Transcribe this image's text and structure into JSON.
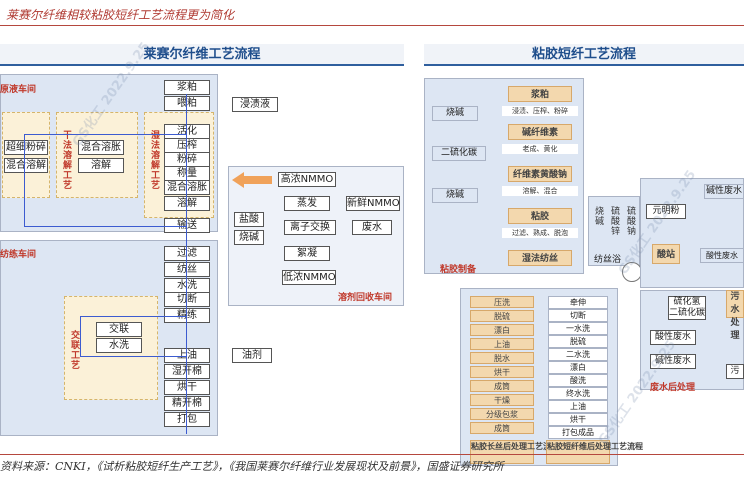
{
  "page_title": "莱赛尔纤维相较粘胶短纤工艺流程更为简化",
  "source": "资料来源：CNKI，《试析粘胶短纤生产工艺》，《我国莱赛尔纤维行业发展现状及前景》，国盛证券研究所",
  "watermark": "GS化工 2022.9.25",
  "lyocell": {
    "title": "莱赛尔纤维工艺流程",
    "dissolve_zone": "原液车间",
    "dry_label": "干法溶解工艺",
    "wet_label": "湿法溶解工艺",
    "spin_zone": "纺练车间",
    "crosslink_label": "交联工艺",
    "recovery_zone": "溶剂回收车间",
    "main_chain": [
      "浆粕",
      "喂粕",
      "活化",
      "压榨",
      "粉碎",
      "称量",
      "混合溶胀",
      "溶解",
      "输送",
      "过滤",
      "纺丝",
      "水洗",
      "切断",
      "精练",
      "上油",
      "湿开棉",
      "烘干",
      "精开棉",
      "打包"
    ],
    "dry_steps": [
      "超细粉碎",
      "混合溶解"
    ],
    "mid_steps": [
      "混合溶胀",
      "溶解"
    ],
    "crosslink_steps": [
      "交联",
      "水洗"
    ],
    "side_inputs": {
      "soak": "浸渍液",
      "oil": "油剂"
    },
    "recovery": {
      "high": "高浓NMMO",
      "evap": "蒸发",
      "new": "新鲜NMMO",
      "ion": "离子交换",
      "waste": "废水",
      "acid": "盐酸",
      "alkali": "烧碱",
      "floc": "絮凝",
      "low": "低浓NMMO"
    }
  },
  "viscose": {
    "title": "粘胶短纤工艺流程",
    "prep_zone": "粘胶制备",
    "chain": [
      {
        "name": "浆粕",
        "sub": "浸渍、压榨、粉碎"
      },
      {
        "name": "碱纤维素",
        "sub": "老成、黄化"
      },
      {
        "name": "纤维素黄酸钠",
        "sub": "溶解、混合"
      },
      {
        "name": "粘胶",
        "sub": "过滤、熟成、脱泡"
      },
      {
        "name": "湿法纺丝",
        "sub": ""
      }
    ],
    "inputs": [
      "烧碱",
      "二硫化碳",
      "烧碱"
    ],
    "bath_chemicals": [
      "烧碱",
      "硫酸锌",
      "硫酸钠"
    ],
    "bath_label": "纺丝浴",
    "long_steps": [
      "压洗",
      "脱硫",
      "漂白",
      "上油",
      "脱水",
      "烘干",
      "成筒",
      "干燥",
      "分级包浆",
      "成筒"
    ],
    "long_label": "粘胶长丝后处理工艺流程",
    "staple_steps": [
      "牵伸",
      "切断",
      "一水洗",
      "脱硫",
      "二水洗",
      "漂白",
      "酸洗",
      "终水洗",
      "上油",
      "烘干",
      "打包成品"
    ],
    "staple_label": "粘胶短纤维后处理工艺流程",
    "right": {
      "waste_alkali_top": "碱性废水",
      "metabisulfite": "元明粉",
      "acid_station": "酸站",
      "acid_waste": "酸性废水",
      "h2s": "硫化氢\n二硫化碳",
      "sewage": "污水\n处理",
      "acid_waste2": "酸性废水",
      "alkali_waste2": "碱性废水",
      "waste_zone": "废水后处理",
      "wf": "污"
    }
  }
}
